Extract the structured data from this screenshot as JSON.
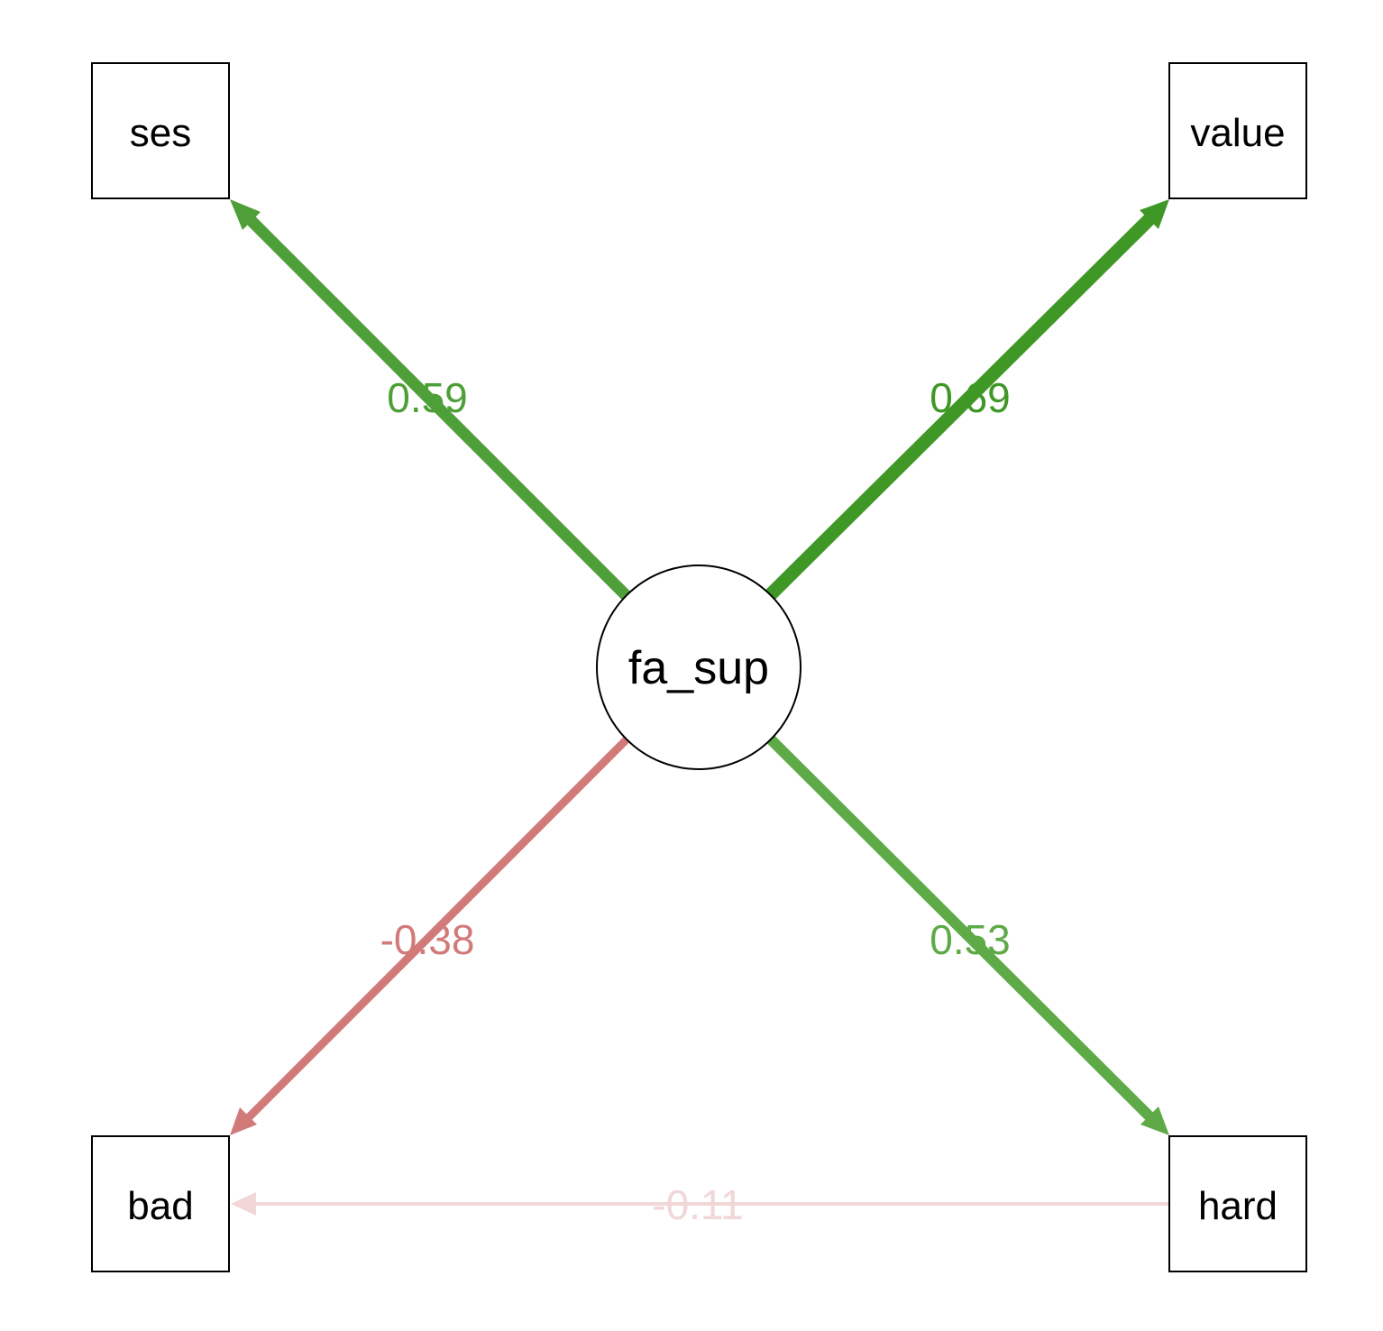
{
  "nodes": {
    "latent": {
      "label": "fa_sup"
    },
    "ses": {
      "label": "ses"
    },
    "value": {
      "label": "value"
    },
    "bad": {
      "label": "bad"
    },
    "hard": {
      "label": "hard"
    }
  },
  "edges": {
    "ses": {
      "label": "0.59",
      "color": "#4E9F37"
    },
    "value": {
      "label": "0.69",
      "color": "#3F9826"
    },
    "bad": {
      "label": "-0.38",
      "color": "#D27A7A"
    },
    "hard": {
      "label": "0.53",
      "color": "#5DAA47"
    },
    "hard_bad": {
      "label": "-0.11",
      "color": "#F1D7D7"
    }
  }
}
